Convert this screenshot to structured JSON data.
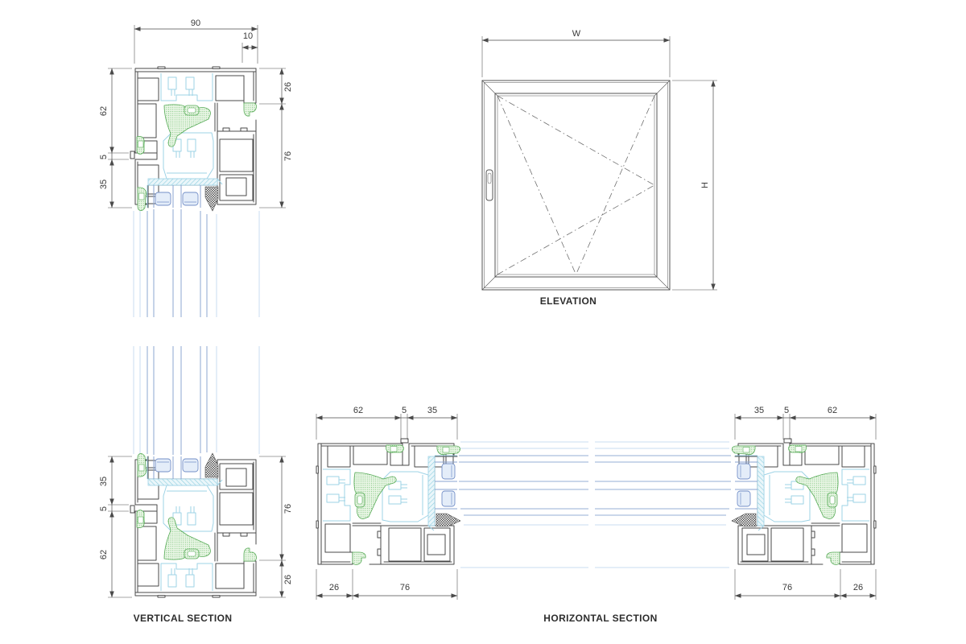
{
  "labels": {
    "elevation": "ELEVATION",
    "vertical": "VERTICAL SECTION",
    "horizontal": "HORIZONTAL SECTION"
  },
  "sections": {
    "elevation": {
      "width": "W",
      "height": "H"
    },
    "vertical_top": {
      "dims": {
        "width": "90",
        "glass_offset": "10",
        "left": [
          "62",
          "5",
          "35"
        ],
        "right": [
          "26",
          "76"
        ]
      }
    },
    "vertical_bottom": {
      "dims": {
        "left": [
          "35",
          "5",
          "62"
        ],
        "right": [
          "76",
          "26"
        ]
      }
    },
    "horizontal_left": {
      "dims": {
        "top": [
          "62",
          "5",
          "35"
        ],
        "bottom": [
          "26",
          "76"
        ]
      }
    },
    "horizontal_right": {
      "dims": {
        "top": [
          "35",
          "5",
          "62"
        ],
        "bottom": [
          "76",
          "26"
        ]
      }
    }
  },
  "colors": {
    "profile_outline": "#4a4a4a",
    "thermal_break_cyan": "#9ed3e6",
    "gasket_green": "#57ab57",
    "glass_blue": "#96afd4",
    "dimension_text": "#3a3a3a"
  }
}
